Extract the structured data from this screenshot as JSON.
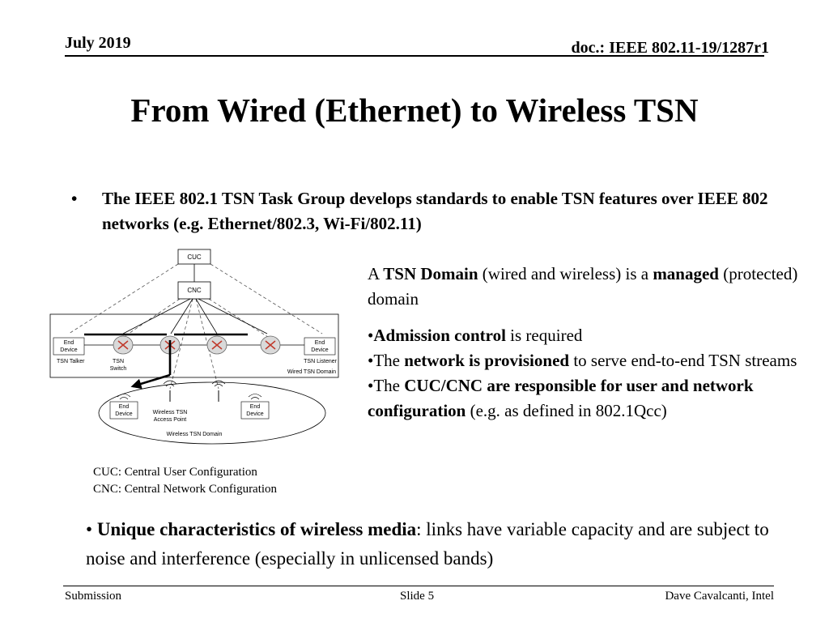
{
  "header": {
    "date": "July 2019",
    "doc": "doc.: IEEE 802.11-19/1287r1"
  },
  "title": "From Wired (Ethernet) to Wireless TSN",
  "bullet1": {
    "marker": "•",
    "text": "The IEEE 802.1 TSN Task Group develops standards to enable TSN features over IEEE 802 networks (e.g. Ethernet/802.3, Wi-Fi/802.11)"
  },
  "diagram": {
    "cuc": "CUC",
    "cnc": "CNC",
    "end_device": "End Device",
    "tsn_talker": "TSN Talker",
    "tsn_switch": "TSN Switch",
    "tsn_listener": "TSN Listener",
    "wired_domain": "Wired TSN Domain",
    "wireless_ap": "Wireless TSN Access Point",
    "wireless_domain": "Wireless TSN Domain"
  },
  "description": {
    "p1": {
      "a": "A ",
      "b": "TSN Domain",
      "c": " (wired and wireless) is a ",
      "d": "managed",
      "e": " (protected) domain"
    },
    "p2": {
      "a": "•",
      "b": "Admission control",
      "c": " is required"
    },
    "p3": {
      "a": "•The ",
      "b": "network is provisioned",
      "c": " to serve end-to-end TSN streams"
    },
    "p4": {
      "a": "•The ",
      "b": "CUC/CNC are responsible for user and network configuration",
      "c": " (e.g. as defined in 802.1Qcc)"
    }
  },
  "legend": {
    "cuc": "CUC: Central User Configuration",
    "cnc": "CNC: Central Network Configuration"
  },
  "bullet2": {
    "marker": "• ",
    "bold": "Unique characteristics of wireless media",
    "rest": ": links have variable capacity and are subject to noise and interference (especially in unlicensed bands)"
  },
  "footer": {
    "left": "Submission",
    "middle": "Slide 5",
    "right": "Dave Cavalcanti, Intel"
  }
}
